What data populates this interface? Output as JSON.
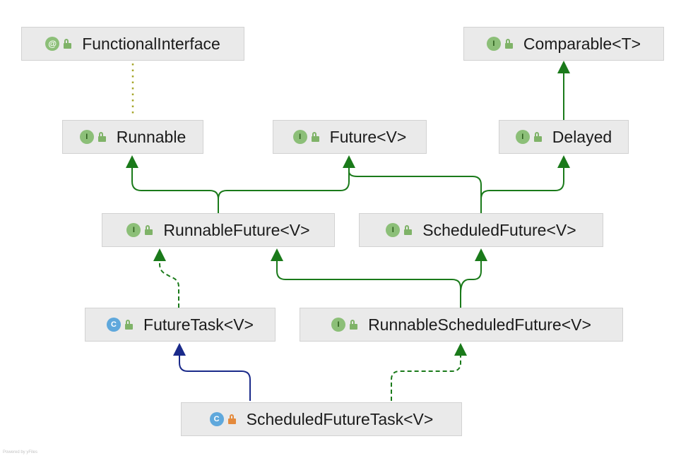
{
  "colors": {
    "interface_badge": "#8cbf78",
    "class_badge": "#5fa8dc",
    "extends_edge": "#1a7a1a",
    "class_extends_edge": "#1a2a8a",
    "annotation_edge": "#a6a62a",
    "node_fill": "#eaeaea"
  },
  "nodes": {
    "functional_interface": {
      "label": "FunctionalInterface",
      "badge": "@",
      "kind": "annotation",
      "visibility": "public-icon"
    },
    "comparable": {
      "label": "Comparable<T>",
      "badge": "I",
      "kind": "interface",
      "visibility": "public-icon"
    },
    "runnable": {
      "label": "Runnable",
      "badge": "I",
      "kind": "interface",
      "visibility": "public-icon"
    },
    "future": {
      "label": "Future<V>",
      "badge": "I",
      "kind": "interface",
      "visibility": "public-icon"
    },
    "delayed": {
      "label": "Delayed",
      "badge": "I",
      "kind": "interface",
      "visibility": "public-icon"
    },
    "runnable_future": {
      "label": "RunnableFuture<V>",
      "badge": "I",
      "kind": "interface",
      "visibility": "public-icon"
    },
    "scheduled_future": {
      "label": "ScheduledFuture<V>",
      "badge": "I",
      "kind": "interface",
      "visibility": "public-icon"
    },
    "future_task": {
      "label": "FutureTask<V>",
      "badge": "C",
      "kind": "class",
      "visibility": "public-icon"
    },
    "runnable_scheduled_future": {
      "label": "RunnableScheduledFuture<V>",
      "badge": "I",
      "kind": "interface",
      "visibility": "public-icon"
    },
    "scheduled_future_task": {
      "label": "ScheduledFutureTask<V>",
      "badge": "C",
      "kind": "class",
      "visibility": "private-lock-icon"
    }
  },
  "footer": "Powered by yFiles"
}
